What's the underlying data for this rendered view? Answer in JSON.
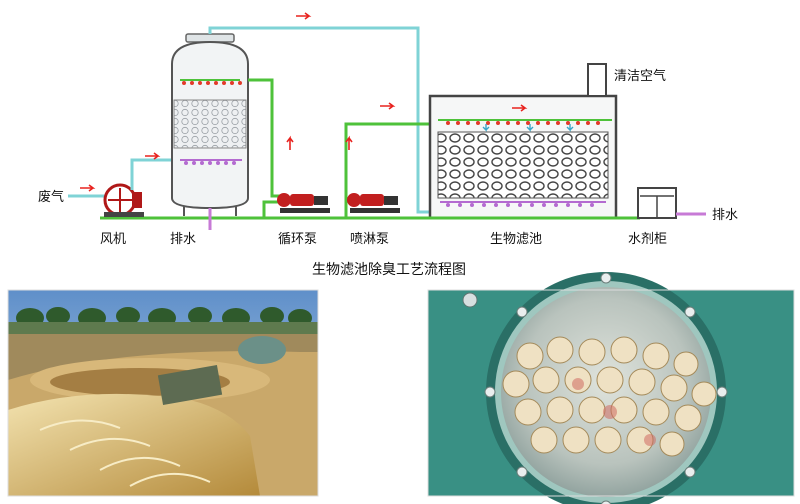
{
  "diagram": {
    "caption": "生物滤池除臭工艺流程图",
    "labels": {
      "waste_gas": "废气",
      "fan": "风机",
      "drain_left": "排水",
      "circ_pump": "循环泵",
      "spray_pump": "喷淋泵",
      "biofilter": "生物滤池",
      "clean_air": "清洁空气",
      "drain_right": "排水",
      "dosing_cabinet": "水剂柜"
    },
    "colors": {
      "gas_line": "#7fd3d6",
      "water_line": "#4ec23a",
      "drain_line": "#c77ad6",
      "arrow": "#e8231f",
      "spray_red": "#e23a2a",
      "media_purple": "#b46bd0",
      "tank_fill": "#f2f4f5",
      "pump_red": "#c21f1f"
    }
  },
  "photos": [
    {
      "id": "biofilter-site",
      "icon": "photo-biofilter-site"
    },
    {
      "id": "packing-window",
      "icon": "photo-packing-window"
    }
  ]
}
